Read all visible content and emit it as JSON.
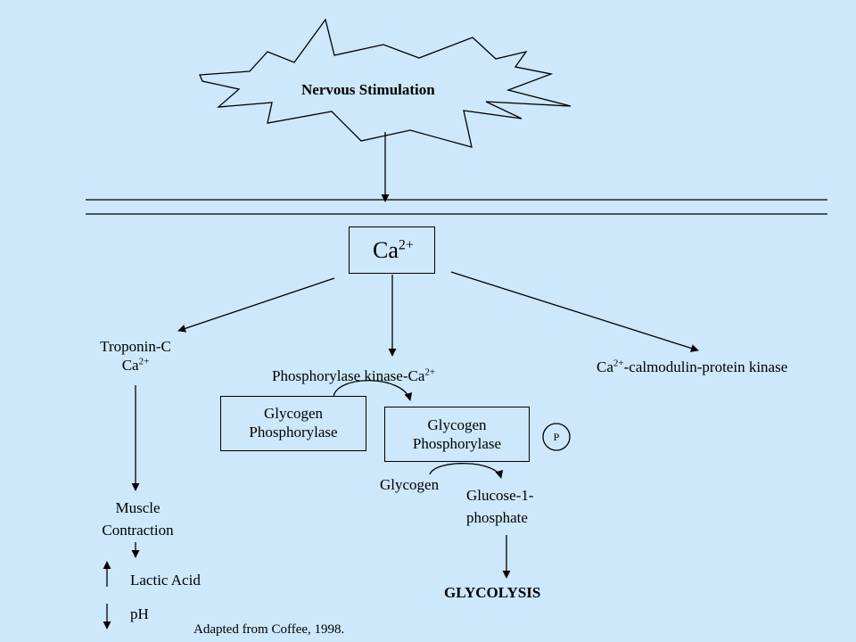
{
  "stimulus": {
    "label": "Nervous Stimulation"
  },
  "calcium": {
    "label": "Ca",
    "sup": "2+"
  },
  "troponin": {
    "line1": "Troponin-C",
    "line2": "Ca",
    "sup": "2+"
  },
  "kinase": {
    "label": "Phosphorylase kinase-Ca",
    "sup": "2+"
  },
  "calmodulin": {
    "prefix": "Ca",
    "sup": "2+",
    "suffix": "-calmodulin-protein kinase"
  },
  "glyco_phos_left": {
    "line1": "Glycogen",
    "line2": "Phosphorylase"
  },
  "glyco_phos_right": {
    "line1": "Glycogen",
    "line2": "Phosphorylase",
    "phosphate": "P"
  },
  "glycogen": {
    "label": "Glycogen"
  },
  "glucose": {
    "line1": "Glucose-1-",
    "line2": "phosphate"
  },
  "glycolysis": {
    "label": "GLYCOLYSIS"
  },
  "muscle": {
    "line1": "Muscle",
    "line2": "Contraction"
  },
  "lactic": {
    "label": "Lactic Acid"
  },
  "ph": {
    "label": "pH"
  },
  "citation": {
    "label": "Adapted from Coffee, 1998."
  },
  "colors": {
    "background": "#cce8fa",
    "lines": "#000000"
  }
}
